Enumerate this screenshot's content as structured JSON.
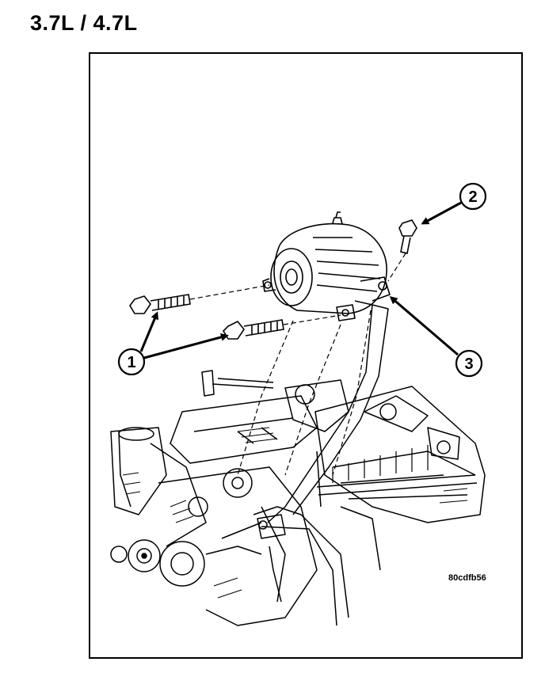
{
  "title": "3.7L / 4.7L",
  "callouts": [
    {
      "label": "1"
    },
    {
      "label": "2"
    },
    {
      "label": "3"
    }
  ],
  "figure_code": "80cdfb56",
  "colors": {
    "ink": "#000000",
    "paper": "#ffffff"
  }
}
